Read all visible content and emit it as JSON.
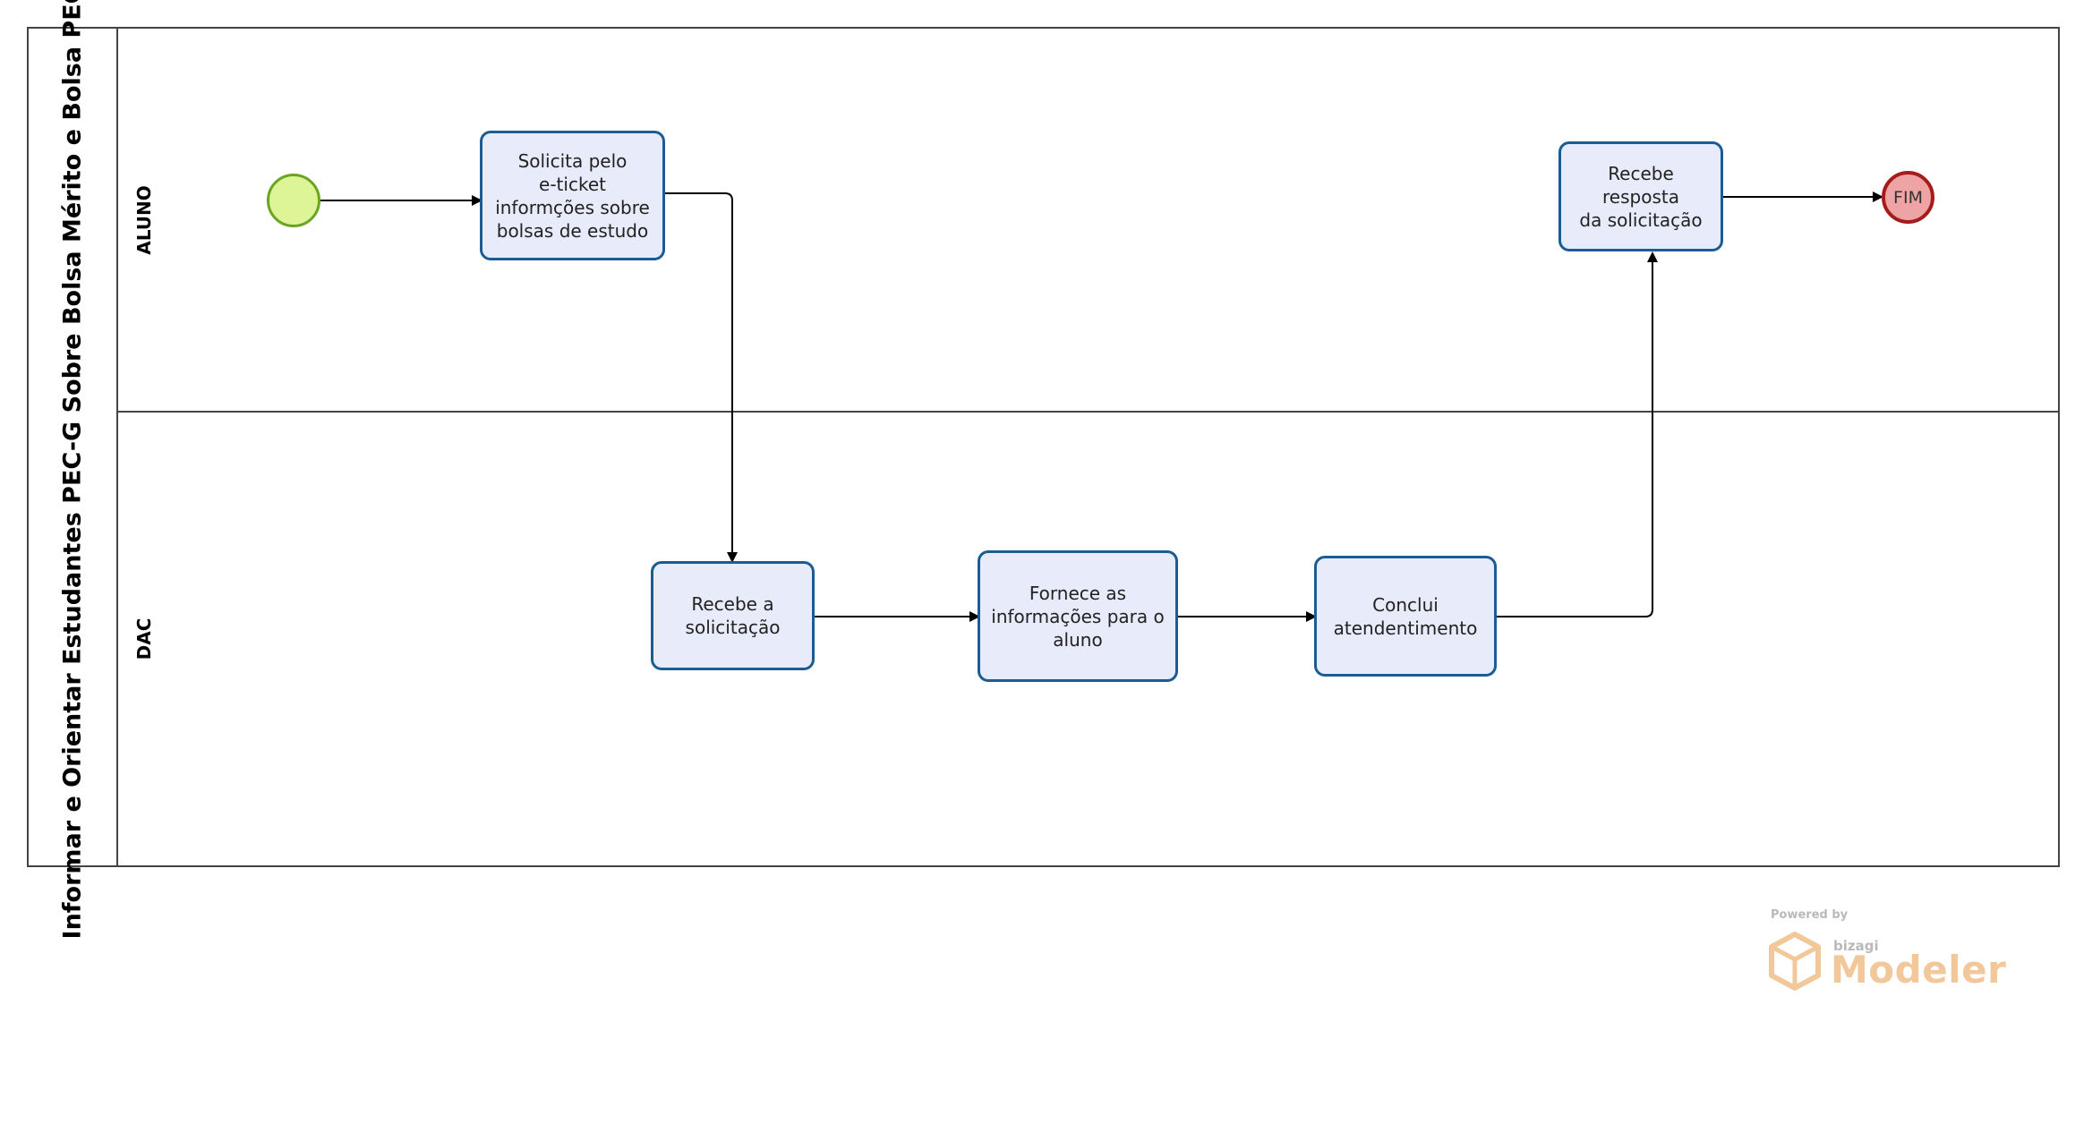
{
  "pool": {
    "title": "Informar e Orientar Estudantes PEC-G Sobre Bolsa Mérito e Bolsa PEC-G"
  },
  "lanes": {
    "aluno": {
      "label": "ALUNO"
    },
    "dac": {
      "label": "DAC"
    }
  },
  "tasks": {
    "solicita": {
      "lines": [
        "Solicita pelo",
        "e-ticket",
        "informções sobre",
        "bolsas de estudo"
      ]
    },
    "recebe_solicitacao": {
      "lines": [
        "Recebe a",
        "solicitação"
      ]
    },
    "fornece": {
      "lines": [
        "Fornece as",
        "informações para o",
        "aluno"
      ]
    },
    "conclui": {
      "lines": [
        "Conclui",
        "atendentimento"
      ]
    },
    "recebe_resposta": {
      "lines": [
        "Recebe resposta",
        "da solicitação"
      ]
    }
  },
  "events": {
    "start": {
      "label": ""
    },
    "end": {
      "label": "FIM"
    }
  },
  "logo": {
    "powered_by": "Powered by",
    "brand": "bizagi",
    "product": "Modeler"
  },
  "colors": {
    "task_fill": "#e8ebfa",
    "task_border": "#1a5c93",
    "start_fill": "#ddf596",
    "start_border": "#6aa420",
    "end_fill": "#eea4a4",
    "end_border": "#a61c1c",
    "logo_accent": "#f2c79a"
  }
}
